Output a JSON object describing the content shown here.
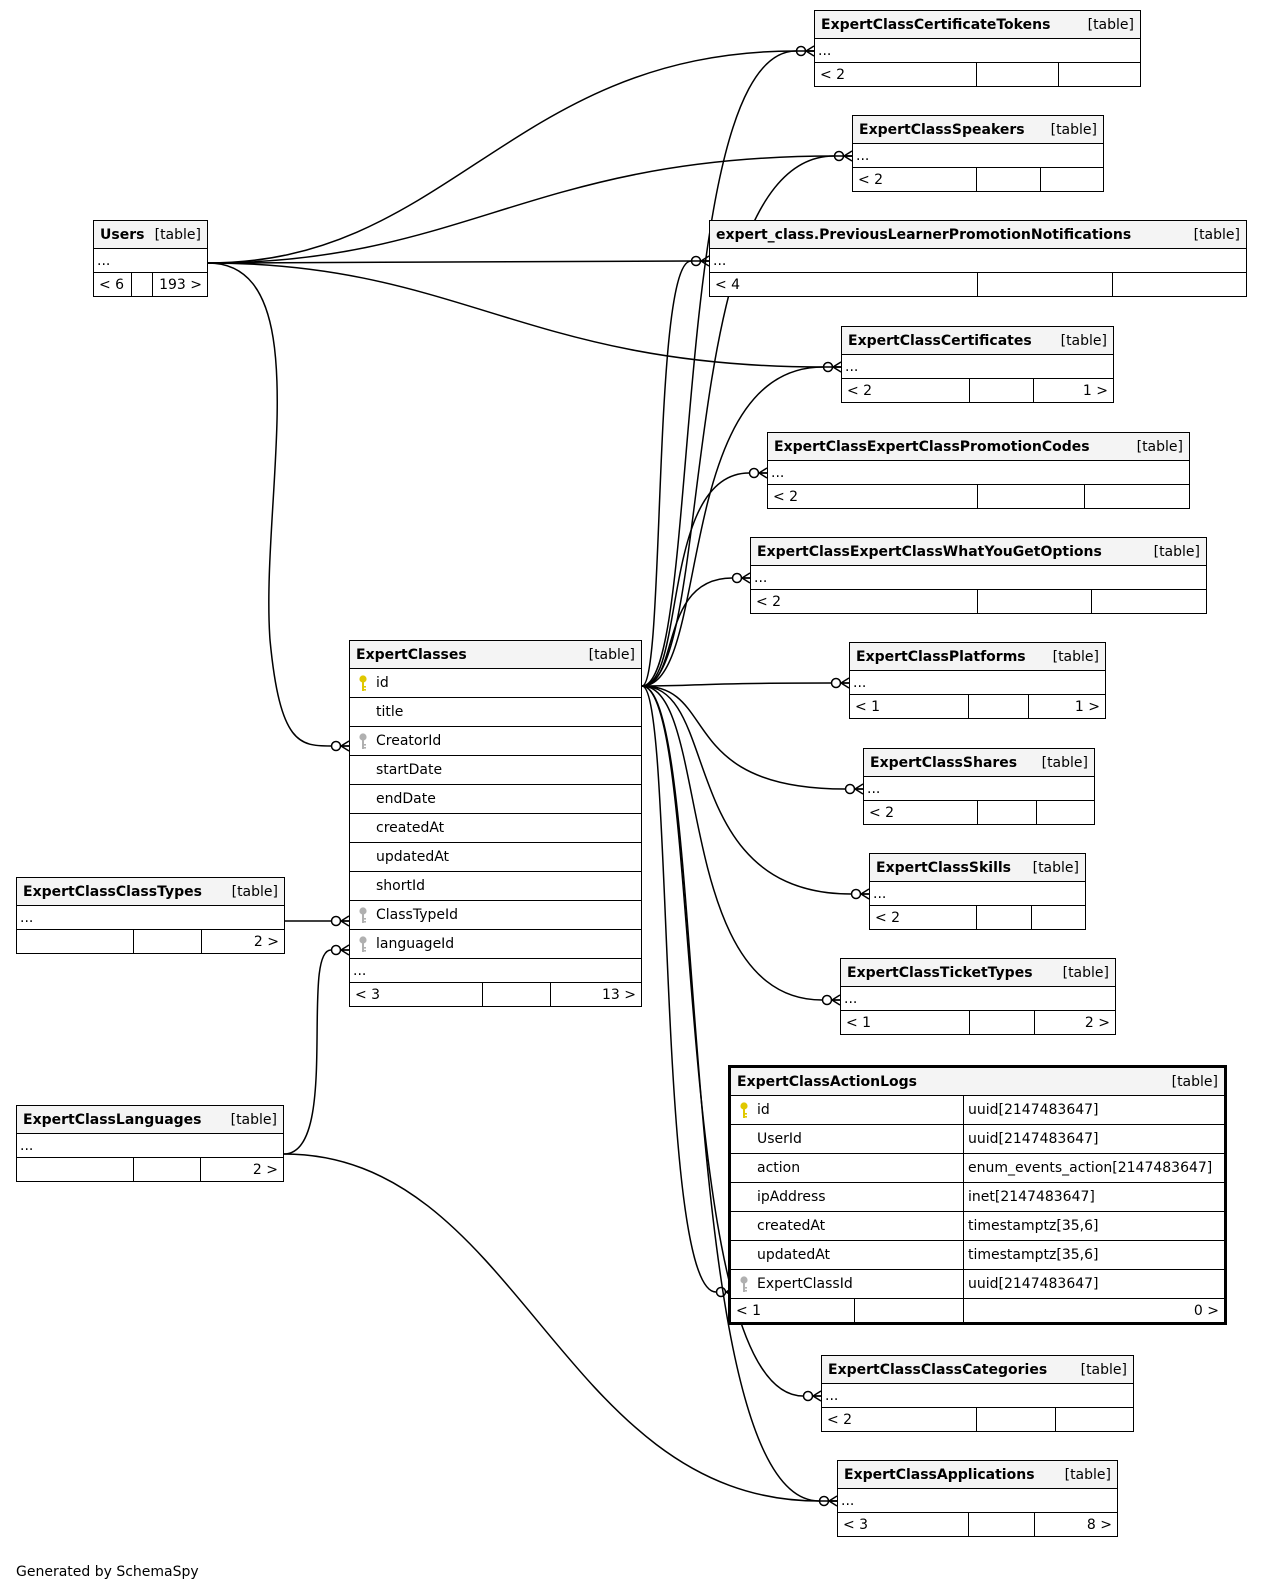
{
  "footer_text": "Generated by SchemaSpy",
  "kind_label": "[table]",
  "ellipsis": "...",
  "tables": {
    "tokens": {
      "name": "ExpertClassCertificateTokens",
      "footer": [
        "< 2",
        "",
        ""
      ]
    },
    "speakers": {
      "name": "ExpertClassSpeakers",
      "footer": [
        "< 2",
        "",
        ""
      ]
    },
    "prevlearner": {
      "name": "expert_class.PreviousLearnerPromotionNotifications",
      "footer": [
        "< 4",
        "",
        ""
      ]
    },
    "certificates": {
      "name": "ExpertClassCertificates",
      "footer": [
        "< 2",
        "",
        "1 >"
      ]
    },
    "promocodes": {
      "name": "ExpertClassExpertClassPromotionCodes",
      "footer": [
        "< 2",
        "",
        ""
      ]
    },
    "whatyouget": {
      "name": "ExpertClassExpertClassWhatYouGetOptions",
      "footer": [
        "< 2",
        "",
        ""
      ]
    },
    "platforms": {
      "name": "ExpertClassPlatforms",
      "footer": [
        "< 1",
        "",
        "1 >"
      ]
    },
    "shares": {
      "name": "ExpertClassShares",
      "footer": [
        "< 2",
        "",
        ""
      ]
    },
    "skills": {
      "name": "ExpertClassSkills",
      "footer": [
        "< 2",
        "",
        ""
      ]
    },
    "tickettypes": {
      "name": "ExpertClassTicketTypes",
      "footer": [
        "< 1",
        "",
        "2 >"
      ]
    },
    "categories": {
      "name": "ExpertClassClassCategories",
      "footer": [
        "< 2",
        "",
        ""
      ]
    },
    "applications": {
      "name": "ExpertClassApplications",
      "footer": [
        "< 3",
        "",
        "8 >"
      ]
    },
    "users": {
      "name": "Users",
      "footer": [
        "< 6",
        "",
        "193 >"
      ]
    },
    "classtypes": {
      "name": "ExpertClassClassTypes",
      "footer": [
        "",
        "",
        "2 >"
      ]
    },
    "languages": {
      "name": "ExpertClassLanguages",
      "footer": [
        "",
        "",
        "2 >"
      ]
    },
    "expertclasses": {
      "name": "ExpertClasses",
      "columns": [
        {
          "name": "id",
          "key": "pk"
        },
        {
          "name": "title",
          "key": ""
        },
        {
          "name": "CreatorId",
          "key": "fk"
        },
        {
          "name": "startDate",
          "key": ""
        },
        {
          "name": "endDate",
          "key": ""
        },
        {
          "name": "createdAt",
          "key": ""
        },
        {
          "name": "updatedAt",
          "key": ""
        },
        {
          "name": "shortId",
          "key": ""
        },
        {
          "name": "ClassTypeId",
          "key": "fk"
        },
        {
          "name": "languageId",
          "key": "fk"
        }
      ],
      "footer": [
        "< 3",
        "",
        "13 >"
      ]
    },
    "actionlogs": {
      "name": "ExpertClassActionLogs",
      "columns": [
        {
          "name": "id",
          "type": "uuid[2147483647]",
          "key": "pk"
        },
        {
          "name": "UserId",
          "type": "uuid[2147483647]",
          "key": ""
        },
        {
          "name": "action",
          "type": "enum_events_action[2147483647]",
          "key": ""
        },
        {
          "name": "ipAddress",
          "type": "inet[2147483647]",
          "key": ""
        },
        {
          "name": "createdAt",
          "type": "timestamptz[35,6]",
          "key": ""
        },
        {
          "name": "updatedAt",
          "type": "timestamptz[35,6]",
          "key": ""
        },
        {
          "name": "ExpertClassId",
          "type": "uuid[2147483647]",
          "key": "fk"
        }
      ],
      "footer": [
        "< 1",
        "",
        "0 >"
      ]
    }
  },
  "colors": {
    "pk_key": "#e0c800",
    "fk_key": "#b0b0b0",
    "header_bg": "#f4f4f4"
  }
}
